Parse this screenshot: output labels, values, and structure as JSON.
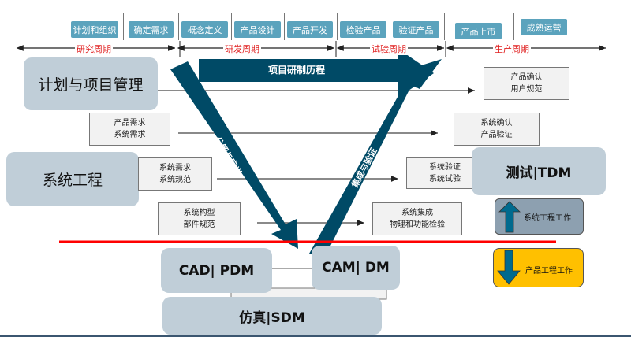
{
  "phases": [
    "计划和组织",
    "确定需求",
    "概念定义",
    "产品设计",
    "产品开发",
    "检验产品",
    "验证产品",
    "产品上市",
    "成熟运营"
  ],
  "periods": [
    "研究周期",
    "研发周期",
    "试验周期",
    "生产周期"
  ],
  "left_boxes": {
    "plan": "计划与项目管理",
    "syseng": "系统工程"
  },
  "arrows": {
    "process": "项目研制历程",
    "decompose": "分解与定义",
    "integrate": "集成与验证"
  },
  "left_items": [
    [
      "产品需求",
      "系统需求"
    ],
    [
      "系统需求",
      "系统规范"
    ],
    [
      "系统构型",
      "部件规范"
    ]
  ],
  "right_items": [
    [
      "产品确认",
      "用户规范"
    ],
    [
      "系统确认",
      "产品验证"
    ],
    [
      "系统验证",
      "系统试验"
    ],
    [
      "系统集成",
      "物理和功能检验"
    ]
  ],
  "tools": {
    "tdm": "测试|TDM",
    "cad": "CAD| PDM",
    "cam": "CAM| DM",
    "sdm": "仿真|SDM"
  },
  "legend": {
    "sys_work": "系统工程工作",
    "prod_work": "产品工程工作"
  },
  "colors": {
    "phase": "#5ba3bd",
    "arrow": "#004a66",
    "box": "#c0ced8",
    "red_line": "#ff0000",
    "sys_work": "#8da0b0",
    "prod_work": "#ffc000"
  }
}
